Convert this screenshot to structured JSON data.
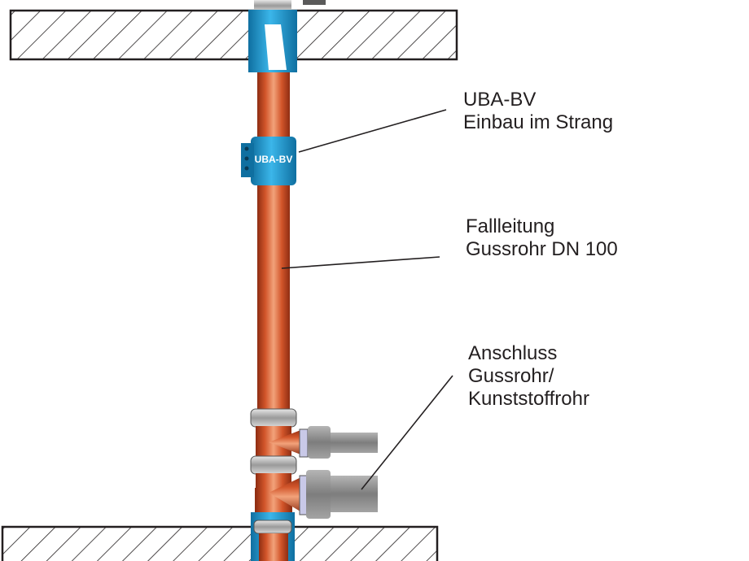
{
  "labels": {
    "valve_body_text": "UBA-BV",
    "uba": {
      "line1": "UBA-BV",
      "line2": "Einbau im Strang"
    },
    "fallleitung": {
      "line1": "Fallleitung",
      "line2": "Gussrohr DN 100"
    },
    "anschluss": {
      "line1": "Anschluss",
      "line2": "Gussrohr/",
      "line3": "Kunststoffrohr"
    }
  },
  "colors": {
    "pipe": "#d2552a",
    "pipe_highlight": "#f2a27a",
    "pipe_shadow": "#8e2d12",
    "valve": "#1f9ed8",
    "valve_dark": "#0f6fa0",
    "hatch": "#231f20",
    "coupling": "#b7b7b7",
    "plastic_pipe": "#8c8c8c",
    "leader_line": "#231f20"
  }
}
